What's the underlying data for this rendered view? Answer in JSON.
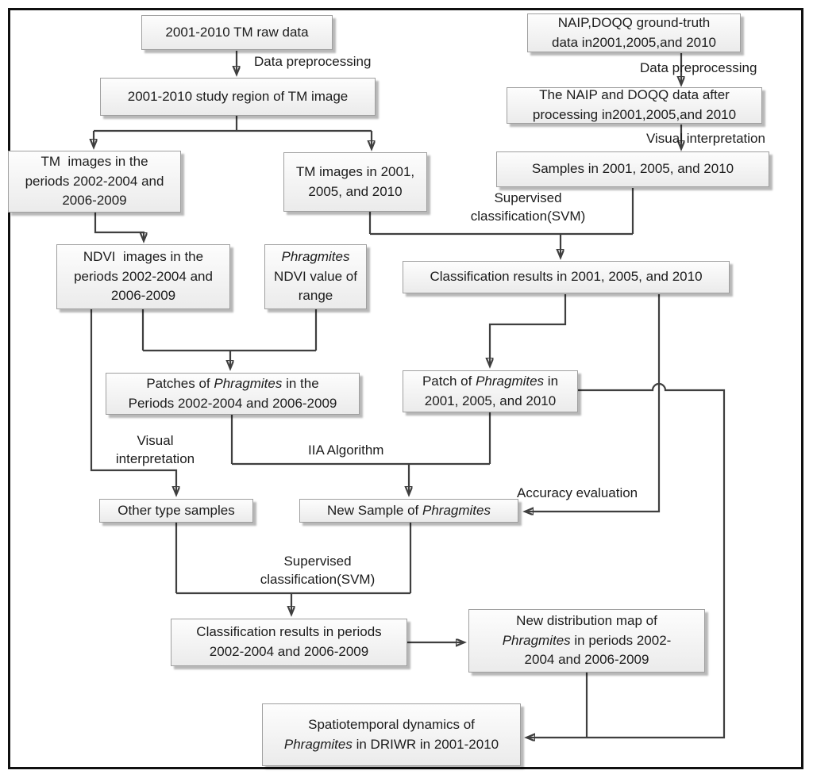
{
  "diagram": {
    "kind": "flowchart",
    "line_color": "#3f3f3f",
    "box_fill": "#f3f3f3",
    "box_border": "#9f9f9f"
  },
  "nodes": {
    "tm_raw": {
      "parts": [
        {
          "text": "2001-2010 TM raw data"
        }
      ]
    },
    "study_region": {
      "parts": [
        {
          "text": "2001-2010 study region of TM image"
        }
      ]
    },
    "naip_gt": {
      "parts": [
        {
          "text": "NAIP,DOQQ ground-truth\ndata in2001,2005,and 2010"
        }
      ]
    },
    "naip_processed": {
      "parts": [
        {
          "text": "The NAIP and DOQQ data after\nprocessing in2001,2005,and 2010"
        }
      ]
    },
    "samples_years": {
      "parts": [
        {
          "text": "Samples in 2001, 2005, and 2010"
        }
      ]
    },
    "tm_periods": {
      "parts": [
        {
          "text": "TM  images in the\nperiods 2002-2004 and\n2006-2009"
        }
      ]
    },
    "tm_years": {
      "parts": [
        {
          "text": "TM images in 2001,\n2005, and 2010"
        }
      ]
    },
    "ndvi_periods": {
      "parts": [
        {
          "text": "NDVI  images in the\nperiods 2002-2004 and\n2006-2009"
        }
      ]
    },
    "ndvi_range": {
      "parts": [
        {
          "text": "Phragmites",
          "italic": true
        },
        {
          "text": "\nNDVI value of\nrange"
        }
      ]
    },
    "class_years": {
      "parts": [
        {
          "text": "Classification results in 2001, 2005, and 2010"
        }
      ]
    },
    "patches_periods": {
      "parts": [
        {
          "text": "Patches of "
        },
        {
          "text": "Phragmites",
          "italic": true
        },
        {
          "text": " in the\nPeriods 2002-2004 and 2006-2009"
        }
      ]
    },
    "patch_years": {
      "parts": [
        {
          "text": "Patch of "
        },
        {
          "text": "Phragmites",
          "italic": true
        },
        {
          "text": " in\n2001, 2005, and 2010"
        }
      ]
    },
    "other_samples": {
      "parts": [
        {
          "text": "Other type samples"
        }
      ]
    },
    "new_sample": {
      "parts": [
        {
          "text": "New Sample of "
        },
        {
          "text": "Phragmites",
          "italic": true
        }
      ]
    },
    "class_periods": {
      "parts": [
        {
          "text": "Classification results in periods\n2002-2004 and 2006-2009"
        }
      ]
    },
    "new_map": {
      "parts": [
        {
          "text": "New distribution map of\n"
        },
        {
          "text": "Phragmites",
          "italic": true
        },
        {
          "text": " in periods 2002-\n2004 and 2006-2009"
        }
      ]
    },
    "spatiotemporal": {
      "parts": [
        {
          "text": "Spatiotemporal dynamics of\n"
        },
        {
          "text": "Phragmites",
          "italic": true
        },
        {
          "text": " in DRIWR in 2001-2010"
        }
      ]
    }
  },
  "labels": {
    "data_preprocessing_left": "Data preprocessing",
    "data_preprocessing_right": "Data preprocessing",
    "visual_interpretation_right": "Visual interpretation",
    "svm_top": "Supervised\nclassification(SVM)",
    "visual_interpretation_left": "Visual\ninterpretation",
    "iia_algorithm": "IIA Algorithm",
    "accuracy_evaluation": "Accuracy evaluation",
    "svm_bottom": "Supervised\nclassification(SVM)"
  }
}
